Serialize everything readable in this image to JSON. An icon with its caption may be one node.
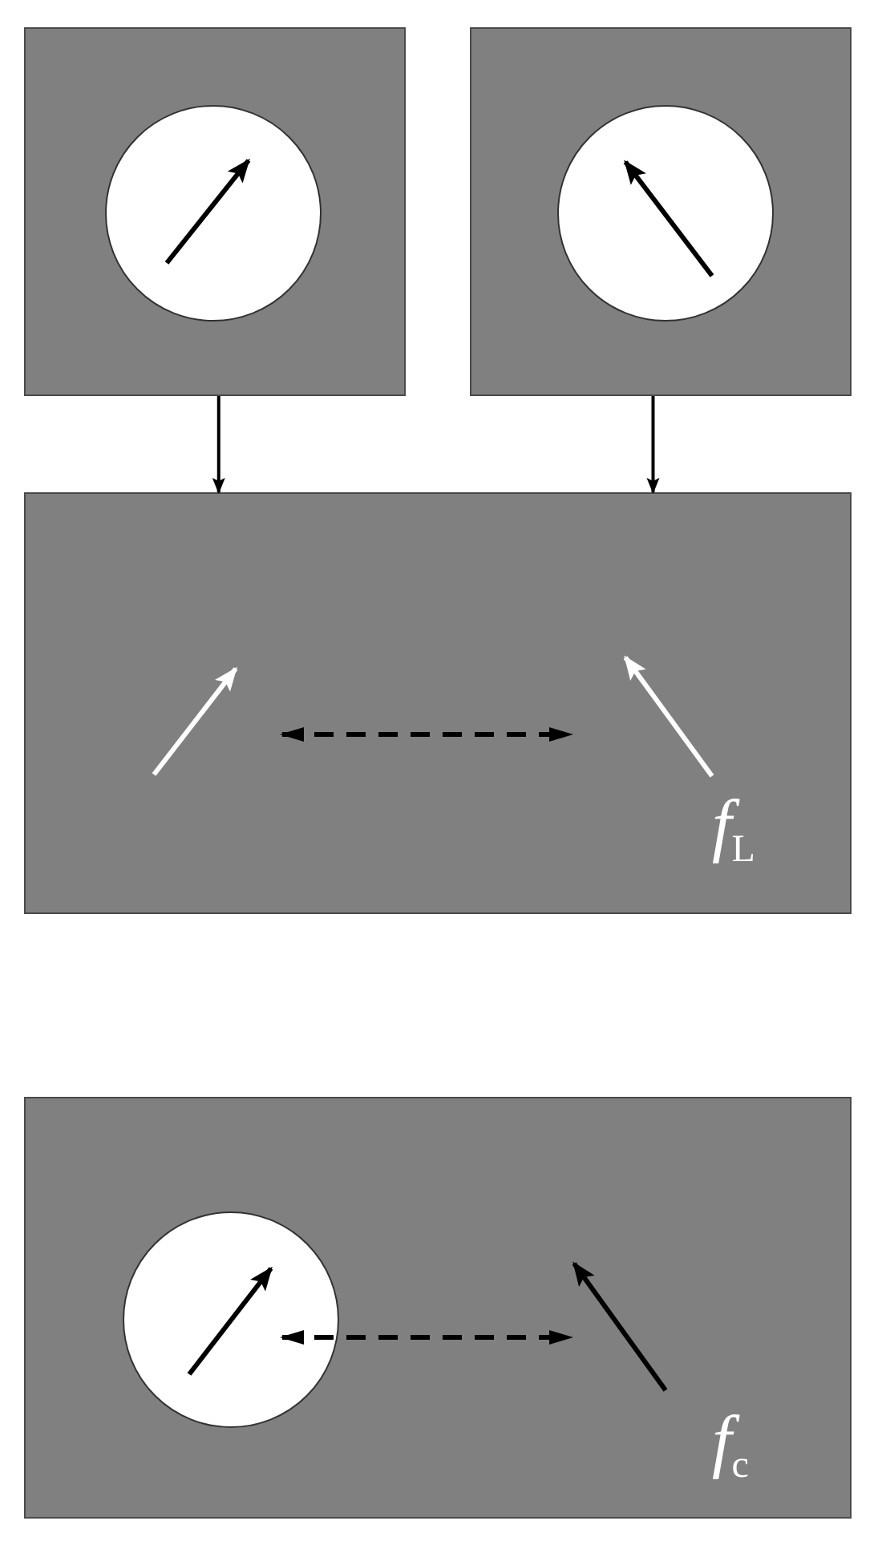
{
  "diagram": {
    "nodes": [
      {
        "text": [],
        "shape": "box"
      },
      {
        "text": [],
        "shape": "box"
      },
      {
        "text": [
          "*f*$_{L}$"
        ]
      },
      {
        "text": [
          "*f*$_{c}$"
        ]
      }
    ],
    "edges": [
      {
        "from": 0,
        "to": 2,
        "arrow": "to"
      },
      {
        "from": 1,
        "to": 2,
        "arrow": "to"
      }
    ]
  }
}
